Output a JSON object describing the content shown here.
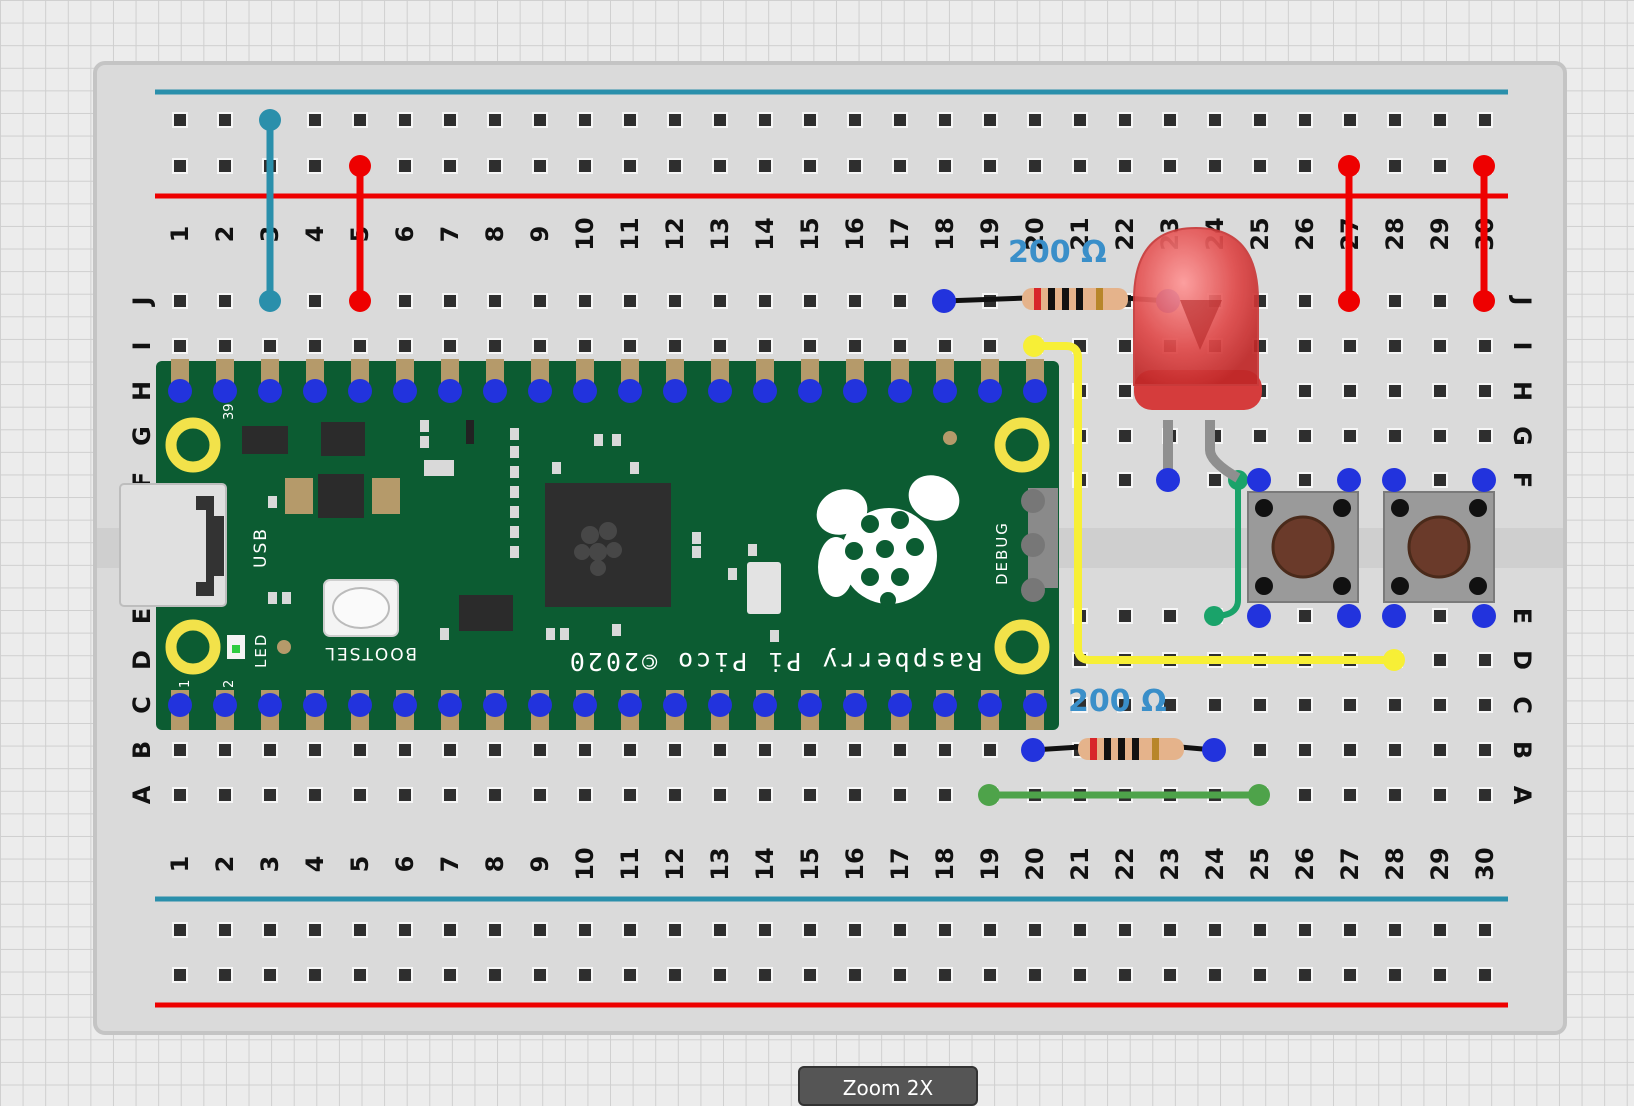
{
  "breadboard": {
    "column_numbers": [
      "1",
      "2",
      "3",
      "4",
      "5",
      "6",
      "7",
      "8",
      "9",
      "10",
      "11",
      "12",
      "13",
      "14",
      "15",
      "16",
      "17",
      "18",
      "19",
      "20",
      "21",
      "22",
      "23",
      "24",
      "25",
      "26",
      "27",
      "28",
      "29",
      "30"
    ],
    "row_letters_top": [
      "J",
      "I",
      "H",
      "G",
      "F"
    ],
    "row_letters_bottom": [
      "E",
      "D",
      "C",
      "B",
      "A"
    ]
  },
  "pico": {
    "brand": "Raspberry Pi Pico ©2020",
    "usb": "USB",
    "bootsel": "BOOTSEL",
    "led": "LED",
    "debug": "DEBUG",
    "pin_39": "39",
    "pin_1": "1",
    "pin_2": "2"
  },
  "resistor_top": {
    "label": "200 Ω"
  },
  "resistor_bottom": {
    "label": "200 Ω"
  },
  "colors": {
    "rail_blue": "#2a8fab",
    "rail_red": "#ee0000",
    "pico_green": "#0c5c32",
    "pin_blue": "#2233dd",
    "wire_yellow": "#f7ef36",
    "wire_teal": "#1aa36a",
    "wire_green": "#4ea34a",
    "led_red": "#e04a4a"
  },
  "zoom_button": {
    "label": "Zoom 2X"
  }
}
